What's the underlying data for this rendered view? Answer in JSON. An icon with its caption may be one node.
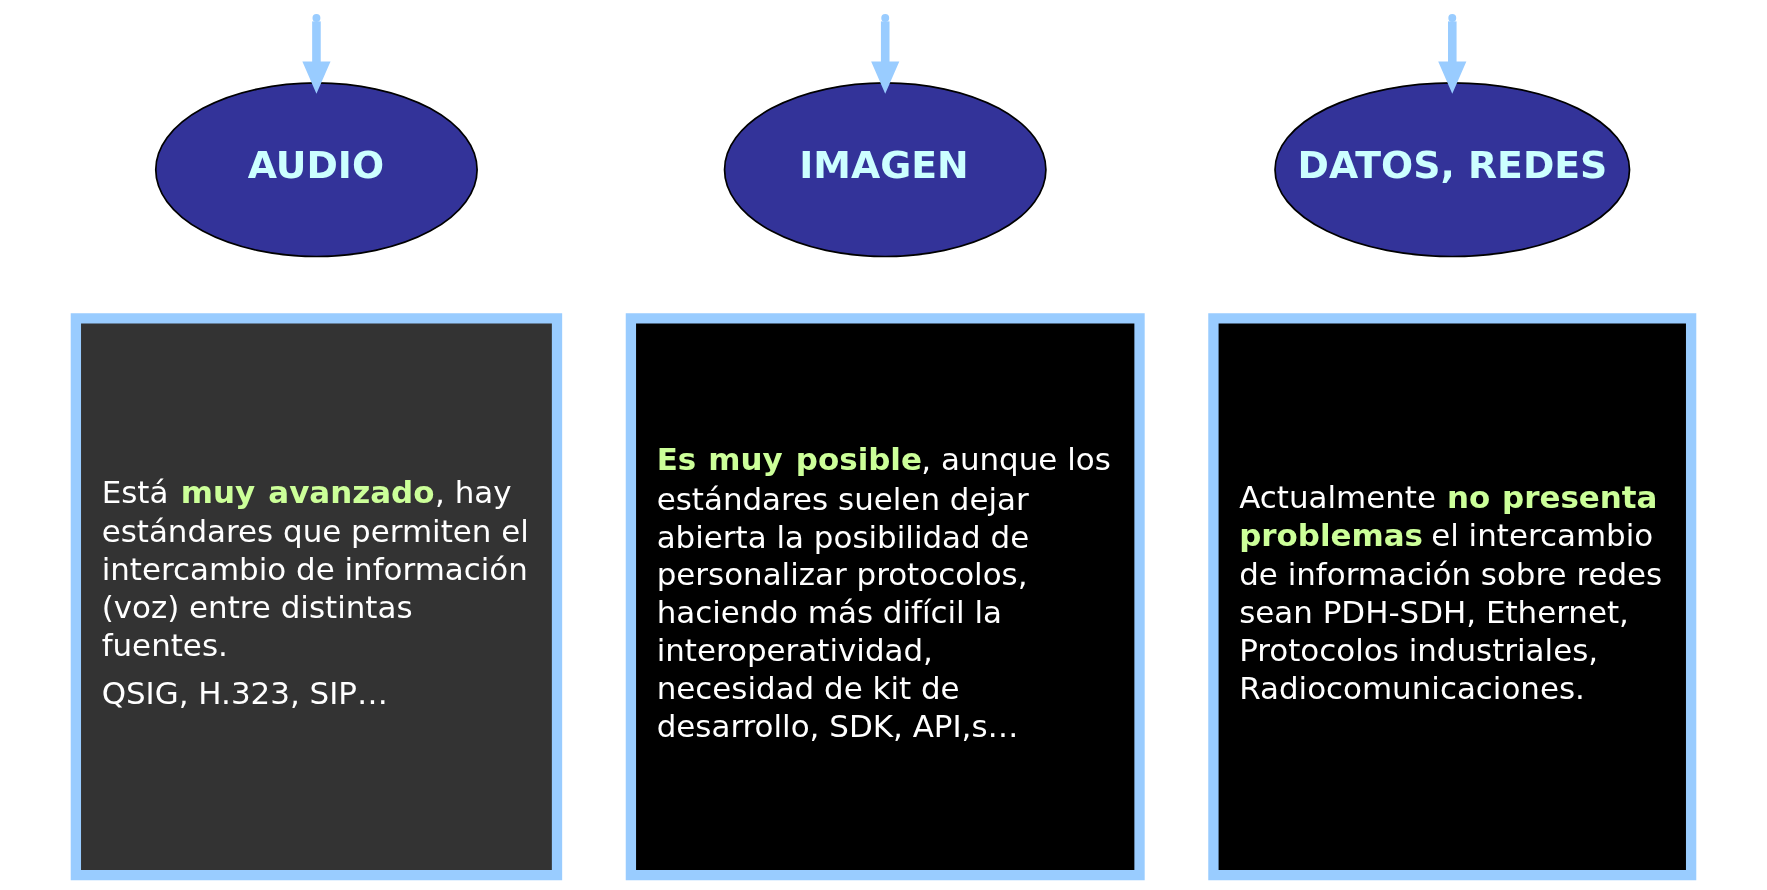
{
  "diagram": {
    "nodes": [
      {
        "text": [
          "AUDIO"
        ]
      },
      {
        "text": [
          "IMAGEN"
        ]
      },
      {
        "text": [
          "DATOS, REDES"
        ]
      },
      {
        "text": [
          "Está **muy avanzado**, hay estándares que permiten el intercambio de información (voz) entre distintas fuentes.",
          "QSIG, H.323, SIP…"
        ]
      },
      {
        "text": [
          "**Es muy posible**, aunque los estándares suelen dejar abierta la posibilidad de personalizar protocolos, haciendo más difícil la interoperatividad, necesidad de kit de desarrollo, SDK, API,s…"
        ]
      },
      {
        "text": [
          "Actualmente **no presenta problemas** el intercambio de información sobre redes sean PDH-SDH, Ethernet, Protocolos industriales, Radiocomunicaciones."
        ]
      }
    ],
    "edges": [
      {
        "from": null,
        "to": 0,
        "arrow": "to"
      },
      {
        "from": null,
        "to": 1,
        "arrow": "to"
      },
      {
        "from": null,
        "to": 2,
        "arrow": "to"
      }
    ]
  }
}
